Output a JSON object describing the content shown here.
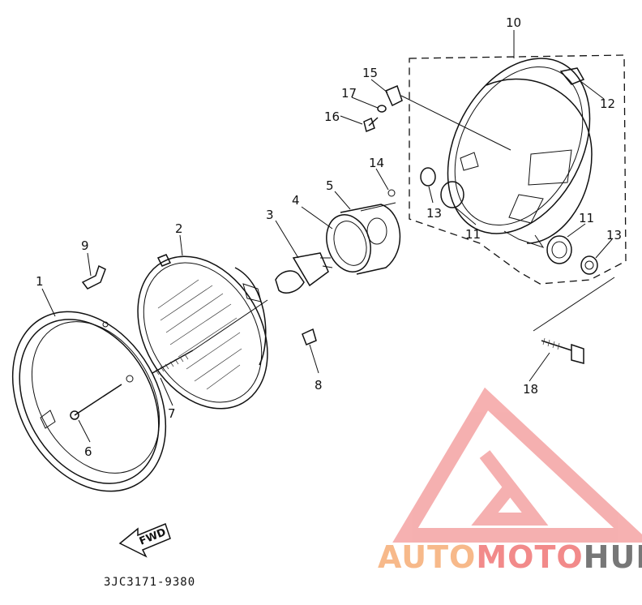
{
  "diagram": {
    "part_code": "3JC3171-9380",
    "direction_label": "FWD",
    "callouts": [
      "1",
      "2",
      "3",
      "4",
      "5",
      "6",
      "7",
      "8",
      "9",
      "10",
      "11",
      "11",
      "12",
      "13",
      "13",
      "14",
      "15",
      "16",
      "17",
      "18"
    ]
  },
  "watermark": {
    "word_a": "AUTO",
    "word_b": "MOTO",
    "word_c": "HUB",
    "colors": {
      "auto": "#f7b98a",
      "moto": "#f28a8a",
      "hub": "#777777",
      "logo": "#f4a3a3"
    }
  }
}
